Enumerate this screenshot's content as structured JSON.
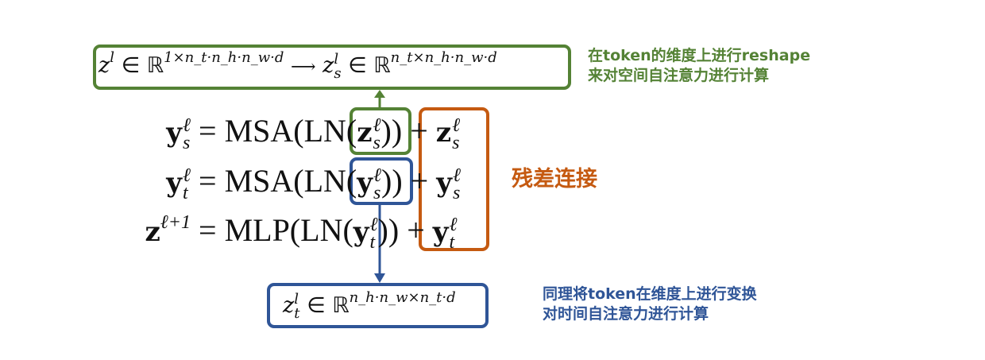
{
  "top_box": {
    "formula_left": "z",
    "formula_left_sup": "l",
    "in_symbol": "∈",
    "reals": "ℝ",
    "left_dims": "1×n_t·n_h·n_w·d",
    "arrow": "⟶",
    "formula_right": "z",
    "formula_right_sup": "l",
    "formula_right_sub": "s",
    "right_dims": "n_t×n_h·n_w·d"
  },
  "top_note": {
    "line1": "在token的维度上进行reshape",
    "line2": "来对空间自注意力进行计算"
  },
  "equations": [
    {
      "lhs": "y",
      "lhs_sup": "ℓ",
      "lhs_sub": "s",
      "eq": "=",
      "func": "MSA(LN(",
      "arg": "z",
      "arg_sup": "ℓ",
      "arg_sub": "s",
      "close": "))",
      "plus": "+",
      "res": "z",
      "res_sup": "ℓ",
      "res_sub": "s"
    },
    {
      "lhs": "y",
      "lhs_sup": "ℓ",
      "lhs_sub": "t",
      "eq": "=",
      "func": "MSA(LN(",
      "arg": "y",
      "arg_sup": "ℓ",
      "arg_sub": "s",
      "close": "))",
      "plus": "+",
      "res": "y",
      "res_sup": "ℓ",
      "res_sub": "s"
    },
    {
      "lhs": "z",
      "lhs_sup": "ℓ+1",
      "lhs_sub": "",
      "eq": "=",
      "func": "MLP(LN(",
      "arg": "y",
      "arg_sup": "ℓ",
      "arg_sub": "t",
      "close": "))",
      "plus": "+",
      "res": "y",
      "res_sup": "ℓ",
      "res_sub": "t"
    }
  ],
  "residual_label": "残差连接",
  "bottom_box": {
    "formula": "z",
    "formula_sup": "l",
    "formula_sub": "t",
    "in_symbol": "∈",
    "reals": "ℝ",
    "dims": "n_h·n_w×n_t·d"
  },
  "bottom_note": {
    "line1": "同理将token在维度上进行变换",
    "line2": "对时间自注意力进行计算"
  },
  "colors": {
    "green": "#548235",
    "blue": "#2f5597",
    "orange": "#c55a11"
  }
}
